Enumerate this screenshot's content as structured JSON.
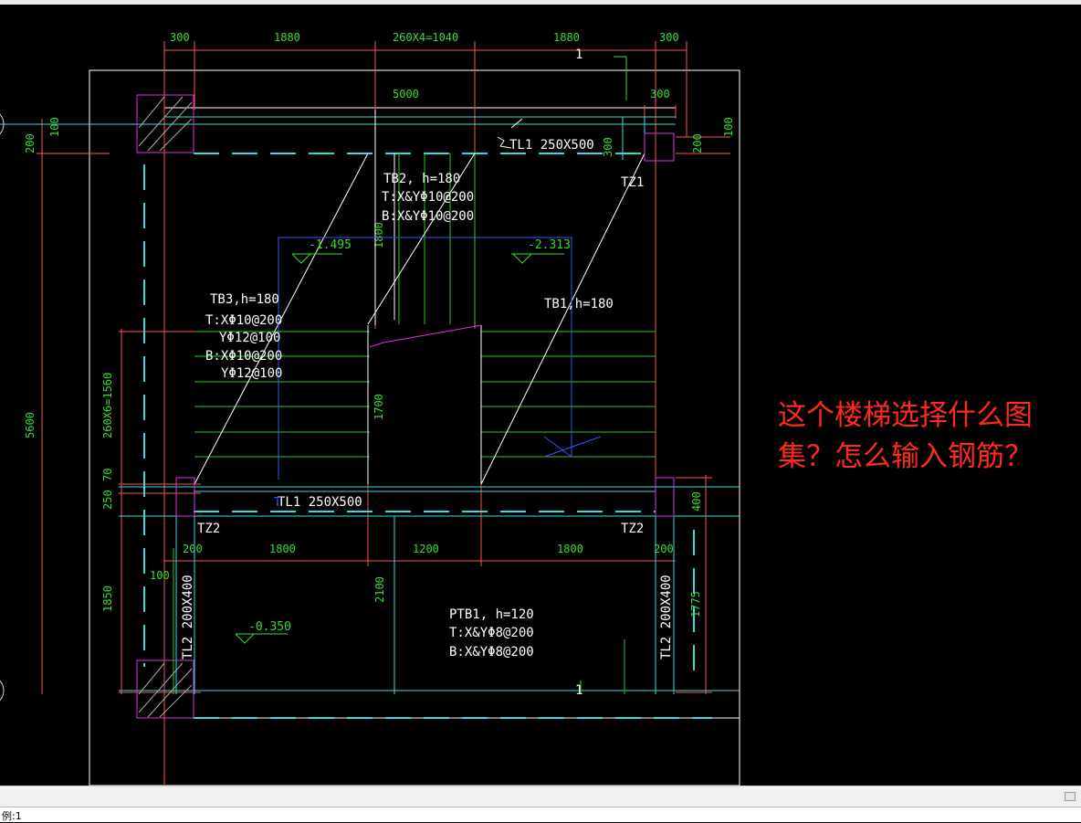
{
  "annotation": {
    "question": "这个楼梯选择什么图\n集？怎么输入钢筋？"
  },
  "status_bar": {
    "command_text": "例:1"
  },
  "drawing": {
    "top_dimensions": [
      "300",
      "1880",
      "260X4=1040",
      "1880",
      "300"
    ],
    "top_inner_dimension": "5000",
    "top_right_dimension": "300",
    "grid_marker": "1",
    "beam_tl1_top": "TL1 250X500",
    "column_tz1": "TZ1",
    "slab_tb2": {
      "title": "TB2, h=180",
      "top": "T:X&YΦ10@200",
      "bottom": "B:X&YΦ10@200"
    },
    "elev_left": "-1.495",
    "elev_right": "-2.313",
    "dim_1800_vert": "1800",
    "slab_tb3": {
      "title": "TB3,h=180",
      "top_x": "T:XΦ10@200",
      "top_y": "YΦ12@100",
      "bottom_x": "B:XΦ10@200",
      "bottom_y": "YΦ12@100"
    },
    "slab_tb1": {
      "title": "TB1,h=180"
    },
    "dim_1700_vert": "1700",
    "beam_tl1_mid": "TL1 250X500",
    "column_tz2_left": "TZ2",
    "column_tz2_right": "TZ2",
    "mid_dimensions": [
      "200",
      "1800",
      "1200",
      "1800",
      "200"
    ],
    "dim_2100": "2100",
    "slab_ptb1": {
      "title": "PTB1, h=120",
      "top": "T:X&YΦ8@200",
      "bottom": "B:X&YΦ8@200"
    },
    "elev_landing": "-0.350",
    "beam_tl2_left": "TL2 200X400",
    "beam_tl2_right": "TL2 200X400",
    "left_dims": [
      "200",
      "100",
      "5600",
      "260X6=1560",
      "70",
      "250",
      "100",
      "1850"
    ],
    "right_dims": [
      "200",
      "100",
      "400",
      "1775"
    ],
    "dim_300_right": "300",
    "grid_marker_bottom": "1"
  }
}
